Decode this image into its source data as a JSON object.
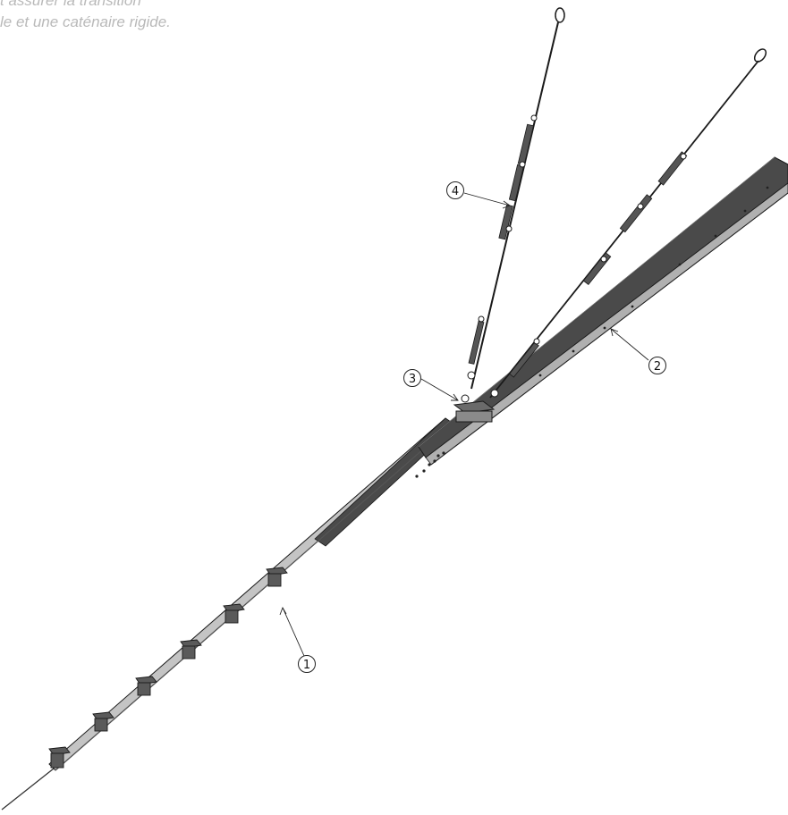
{
  "caption": {
    "line1": "t assurer la transition",
    "line2": "le et une caténaire rigide."
  },
  "callouts": [
    {
      "id": "1",
      "label": "1"
    },
    {
      "id": "2",
      "label": "2"
    },
    {
      "id": "3",
      "label": "3"
    },
    {
      "id": "4",
      "label": "4"
    }
  ],
  "colors": {
    "rail_dark": "#4a4a4a",
    "rail_light": "#a9a9a9",
    "outline": "#1a1a1a",
    "caption_grey": "#b9b9b9"
  }
}
